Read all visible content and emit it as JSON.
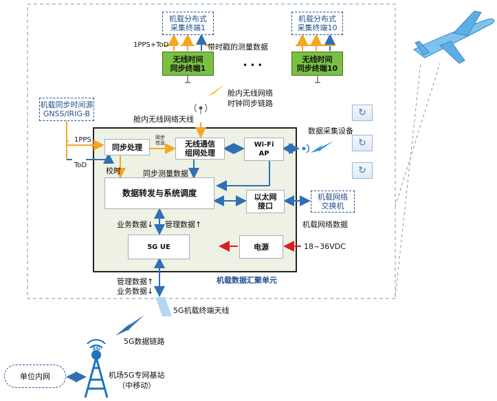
{
  "terminals": {
    "left": {
      "title": "机载分布式\n采集终端1",
      "sync": "无线时间\n同步终端1"
    },
    "right": {
      "title": "机载分布式\n采集终端10",
      "sync": "无线时间\n同步终端10"
    },
    "ellipsis": "• • •",
    "label_1pps_tod": "1PPS+ToD",
    "label_timestamp": "带时戳的测量数据"
  },
  "wireless": {
    "cabin_network_sync": "舱内无线网络\n时钟同步链路",
    "cabin_antenna": "舱内无线网络天线"
  },
  "time_source": {
    "title": "机载同步时间源\nGNSS/IRIG-B",
    "label_1pps": "1PPS",
    "label_tod": "ToD"
  },
  "unit": {
    "name": "机载数据汇聚单元",
    "sync_proc": "同步处理",
    "sync_info": "同步\n信息",
    "wireless_proc": "无线通信\n组网处理",
    "wifi_ap": "Wi-Fi\nAP",
    "label_calib": "校时",
    "label_sync_data": "同步测量数据",
    "forward": "数据转发与系统调度",
    "ethernet": "以太网\n接口",
    "label_business": "业务数据↓",
    "label_management": "管理数据↑",
    "ue_5g": "5G UE",
    "power": "电源"
  },
  "external": {
    "collectors_label": "数据采集设备",
    "switch": "机载网络\n交换机",
    "network_data": "机载网络数据",
    "voltage": "18~36VDC"
  },
  "ground": {
    "mgmt_data": "管理数据↑",
    "biz_data": "业务数据↓",
    "antenna_5g": "5G机载终端天线",
    "link_5g": "5G数据链路",
    "base_station": "机场5G专网基站\n（中移动）",
    "intranet": "单位内网",
    "tower_label": "5G"
  },
  "colors": {
    "orange": "#f5a623",
    "blue": "#2f6fb3",
    "red": "#d6201f",
    "green": "#7bc043",
    "panel": "#edf2e4"
  }
}
